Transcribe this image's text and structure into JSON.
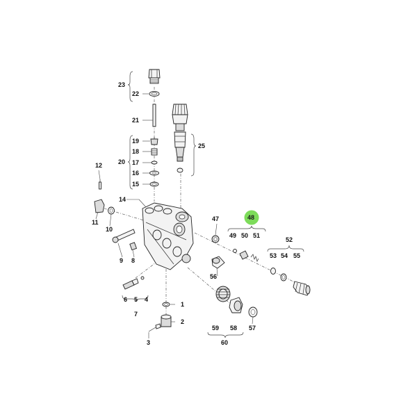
{
  "diagram": {
    "highlight_color": "#7ddc5a",
    "labels": {
      "p1": "1",
      "p2": "2",
      "p3": "3",
      "p4": "4",
      "p5": "5",
      "p6": "6",
      "p7": "7",
      "p8": "8",
      "p9": "9",
      "p10": "10",
      "p11": "11",
      "p12": "12",
      "p14": "14",
      "p15": "15",
      "p16": "16",
      "p17": "17",
      "p18": "18",
      "p19": "19",
      "p20": "20",
      "p21": "21",
      "p22": "22",
      "p23": "23",
      "p25": "25",
      "p47": "47",
      "p48": "48",
      "p49": "49",
      "p50": "50",
      "p51": "51",
      "p52": "52",
      "p53": "53",
      "p54": "54",
      "p55": "55",
      "p56": "56",
      "p57": "57",
      "p58": "58",
      "p59": "59",
      "p60": "60"
    }
  }
}
